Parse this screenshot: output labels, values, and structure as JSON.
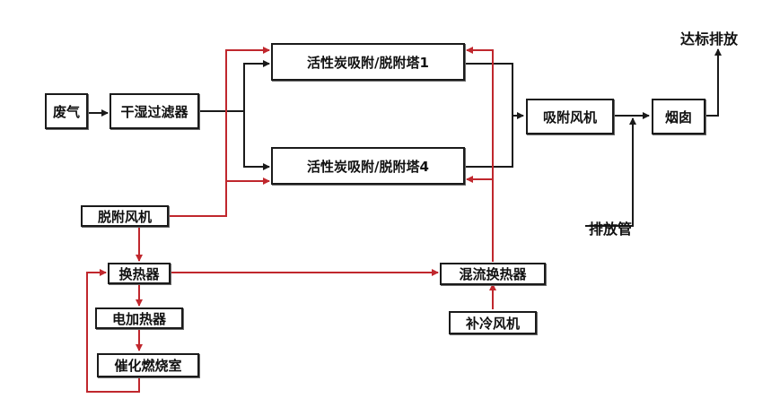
{
  "nodes": {
    "waste_gas": "废气",
    "filter": "干湿过滤器",
    "tower_1": "活性炭吸附/脱附塔1",
    "tower_4": "活性炭吸附/脱附塔4",
    "adsorption_fan": "吸附风机",
    "chimney": "烟囱",
    "desorption_fan": "脱附风机",
    "heat_exchanger": "换热器",
    "electric_heater": "电加热器",
    "catalytic_chamber": "催化燃烧室",
    "mixed_heat_exchanger": "混流换热器",
    "cooling_fan": "补冷风机"
  },
  "labels": {
    "emission": "达标排放",
    "exhaust_pipe": "排放管"
  },
  "colors": {
    "main_flow": "#1a1a1a",
    "desorption_flow": "#c0272d"
  }
}
